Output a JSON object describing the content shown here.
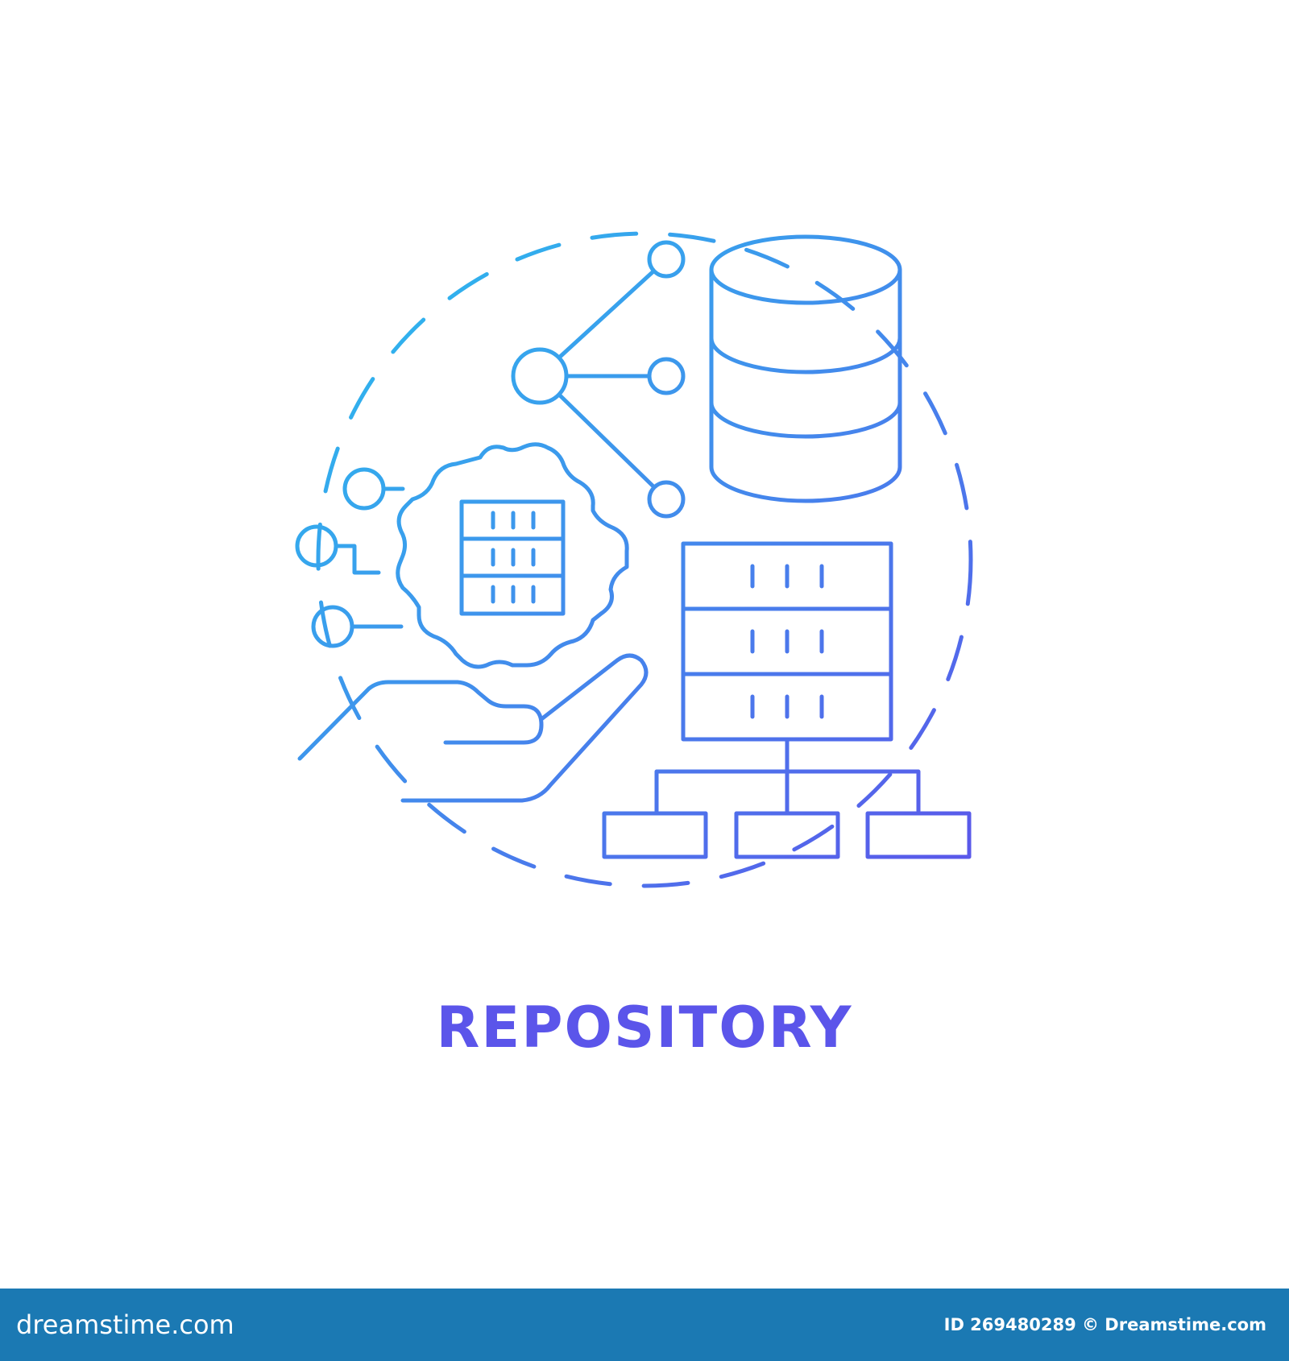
{
  "caption": "REPOSITORY",
  "footer": {
    "logo_text": "dreamstime.com",
    "image_id": "ID 269480289",
    "copyright": "© Dreamstime.com"
  },
  "colors": {
    "gradient_start": "#29c1ee",
    "gradient_end": "#5b55ea",
    "footer_bg": "#1b79b3"
  },
  "icons": [
    "database-cylinder-icon",
    "network-node-icon",
    "gear-server-icon",
    "hand-icon",
    "server-rack-icon",
    "hierarchy-tree-icon",
    "dashed-circle-frame"
  ]
}
